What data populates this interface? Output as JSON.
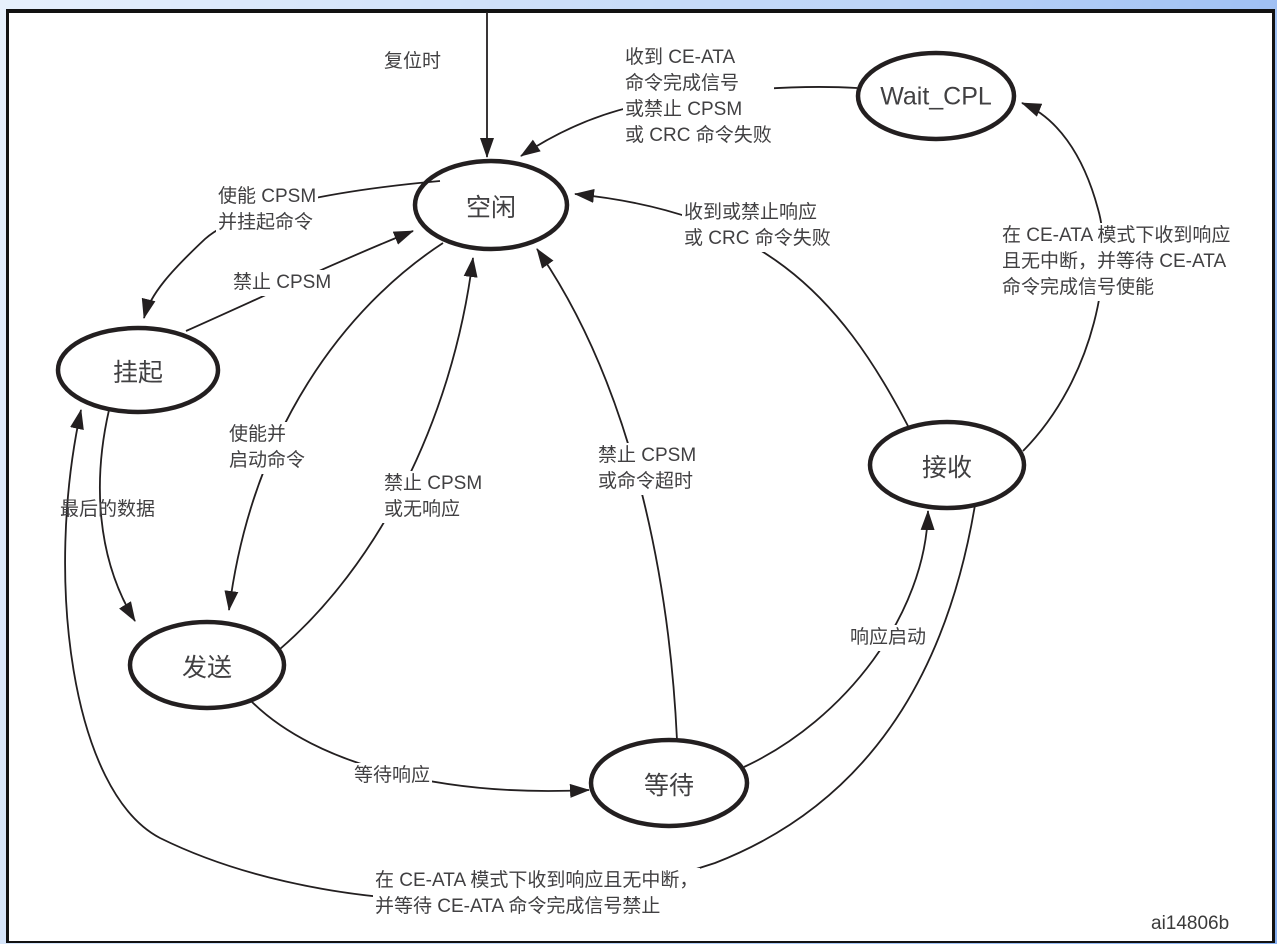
{
  "figure": {
    "code": "ai14806b"
  },
  "states": [
    {
      "key": "idle",
      "label": "空闲"
    },
    {
      "key": "pend",
      "label": "挂起"
    },
    {
      "key": "send",
      "label": "发送"
    },
    {
      "key": "wait",
      "label": "等待"
    },
    {
      "key": "receive",
      "label": "接收"
    },
    {
      "key": "wait_cpl",
      "label": "Wait_CPL"
    }
  ],
  "transitions": {
    "reset": "复位时",
    "wait_cpl_to_idle": "收到 CE-ATA\n命令完成信号\n或禁止 CPSM\n或 CRC 命令失败",
    "idle_to_pend": "使能 CPSM\n并挂起命令",
    "pend_to_idle": "禁止 CPSM",
    "receive_to_idle": "收到或禁止响应\n或 CRC 命令失败",
    "receive_to_wait_cpl": "在 CE-ATA 模式下收到响应\n且无中断，并等待 CE-ATA\n命令完成信号使能",
    "idle_to_send": "使能并\n启动命令",
    "send_to_idle": "禁止 CPSM\n或无响应",
    "wait_to_idle": "禁止 CPSM\n或命令超时",
    "pend_to_send": "最后的数据",
    "send_to_wait": "等待响应",
    "wait_to_receive": "响应启动",
    "receive_to_pend": "在 CE-ATA 模式下收到响应且无中断，\n并等待 CE-ATA 命令完成信号禁止"
  },
  "colors": {
    "line": "#231f20",
    "text": "#414042",
    "page_background": "#ffffff",
    "outer_background": "#a9c6f5"
  }
}
